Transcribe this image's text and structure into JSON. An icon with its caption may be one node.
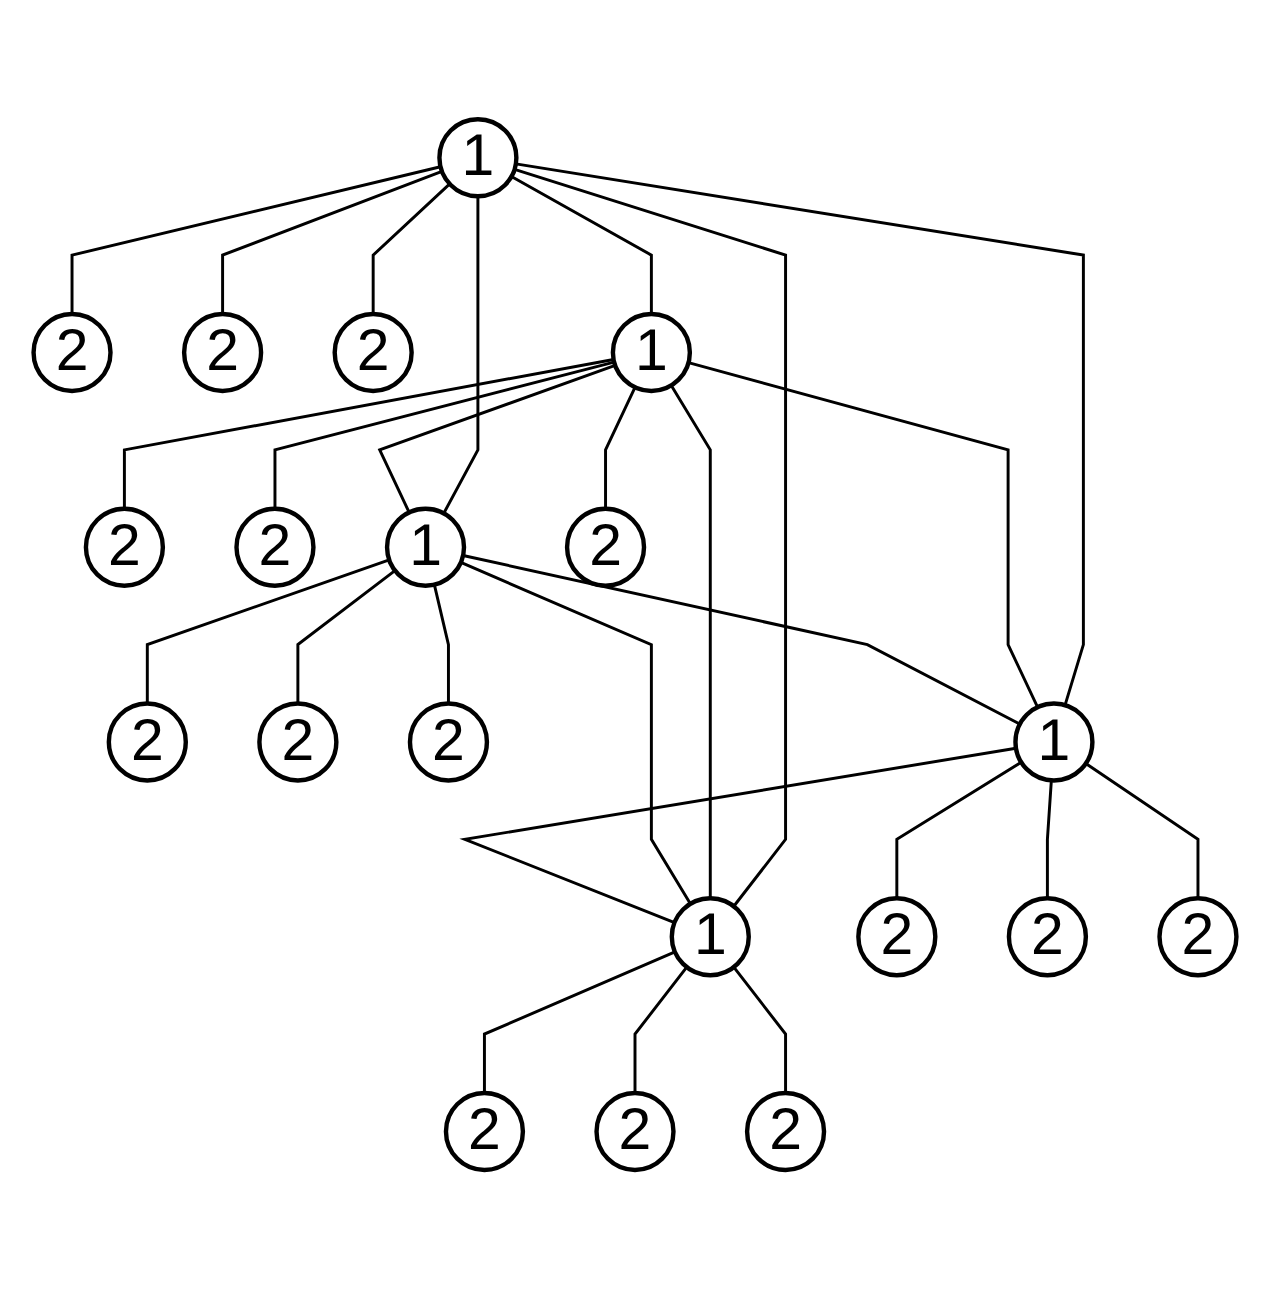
{
  "diagram": {
    "nodes": [
      {
        "text": [
          "2"
        ]
      },
      {
        "text": [
          "2"
        ]
      },
      {
        "text": [
          "2"
        ]
      },
      {
        "text": [
          "2"
        ]
      },
      {
        "text": [
          "1"
        ]
      },
      {
        "text": [
          "2"
        ]
      },
      {
        "text": [
          "2"
        ]
      },
      {
        "text": [
          "1"
        ]
      },
      {
        "text": [
          "1"
        ]
      },
      {
        "text": [
          "2"
        ]
      },
      {
        "text": [
          "2"
        ]
      },
      {
        "text": [
          "2"
        ]
      },
      {
        "text": [
          "1"
        ]
      },
      {
        "text": [
          "1"
        ]
      },
      {
        "text": [
          "2"
        ]
      },
      {
        "text": [
          "2"
        ]
      },
      {
        "text": [
          "2"
        ]
      },
      {
        "text": [
          "2"
        ]
      },
      {
        "text": [
          "2"
        ]
      },
      {
        "text": [
          "2"
        ]
      }
    ],
    "edges": [
      {
        "from": 4,
        "to": 0,
        "arrow": "none"
      },
      {
        "from": 4,
        "to": 1,
        "arrow": "none"
      },
      {
        "from": 4,
        "to": 2,
        "arrow": "none"
      },
      {
        "from": 7,
        "to": 3,
        "arrow": "none"
      },
      {
        "from": 4,
        "to": 7,
        "arrow": "none"
      },
      {
        "from": 4,
        "to": 8,
        "arrow": "none"
      },
      {
        "from": 4,
        "to": 12,
        "arrow": "none"
      },
      {
        "from": 4,
        "to": 13,
        "arrow": "none"
      },
      {
        "from": 8,
        "to": 5,
        "arrow": "none"
      },
      {
        "from": 7,
        "to": 6,
        "arrow": "none"
      },
      {
        "from": 7,
        "to": 8,
        "arrow": "none"
      },
      {
        "from": 7,
        "to": 12,
        "arrow": "none"
      },
      {
        "from": 7,
        "to": 13,
        "arrow": "none"
      },
      {
        "from": 8,
        "to": 12,
        "arrow": "none"
      },
      {
        "from": 8,
        "to": 13,
        "arrow": "none"
      },
      {
        "from": 8,
        "to": 9,
        "arrow": "none"
      },
      {
        "from": 7,
        "to": 10,
        "arrow": "none"
      },
      {
        "from": 8,
        "to": 11,
        "arrow": "none"
      },
      {
        "from": 12,
        "to": 13,
        "arrow": "none"
      },
      {
        "from": 12,
        "to": 14,
        "arrow": "none"
      },
      {
        "from": 13,
        "to": 15,
        "arrow": "none"
      },
      {
        "from": 12,
        "to": 16,
        "arrow": "none"
      },
      {
        "from": 12,
        "to": 17,
        "arrow": "none"
      },
      {
        "from": 13,
        "to": 18,
        "arrow": "none"
      },
      {
        "from": 13,
        "to": 19,
        "arrow": "none"
      }
    ]
  }
}
